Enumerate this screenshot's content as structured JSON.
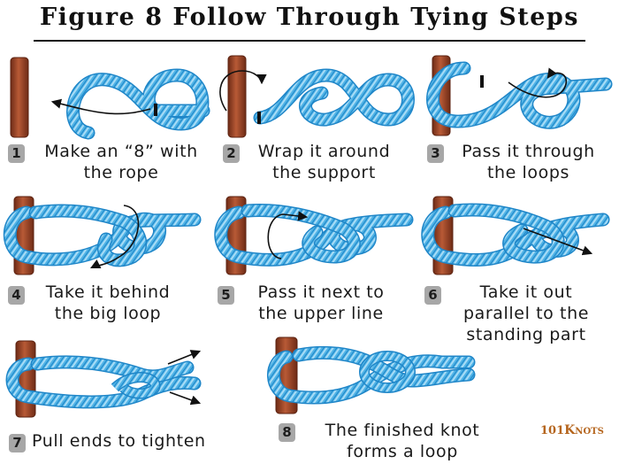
{
  "title": "Figure 8 Follow Through Tying Steps",
  "colors": {
    "rope": "#4fb3e6",
    "rope_dark": "#1f86c8",
    "rope_light": "#a9dcf6",
    "post": "#a84a2c",
    "post_dark": "#6e2b16",
    "badge": "#a7a7a7",
    "logo": "#b5651d"
  },
  "steps": [
    {
      "number": "1",
      "line1": "Make an “8” with",
      "line2": "the rope",
      "line3": ""
    },
    {
      "number": "2",
      "line1": "Wrap it around",
      "line2": "the support",
      "line3": ""
    },
    {
      "number": "3",
      "line1": "Pass it through",
      "line2": "the loops",
      "line3": ""
    },
    {
      "number": "4",
      "line1": "Take it behind",
      "line2": "the big loop",
      "line3": ""
    },
    {
      "number": "5",
      "line1": "Pass it next to",
      "line2": "the upper line",
      "line3": ""
    },
    {
      "number": "6",
      "line1": "Take it out",
      "line2": "parallel to the",
      "line3": "standing part"
    },
    {
      "number": "7",
      "line1": "Pull ends to tighten",
      "line2": "",
      "line3": ""
    },
    {
      "number": "8",
      "line1": "The finished knot",
      "line2": "forms a loop",
      "line3": ""
    }
  ],
  "logo": {
    "number": "101",
    "word": "Knots"
  }
}
